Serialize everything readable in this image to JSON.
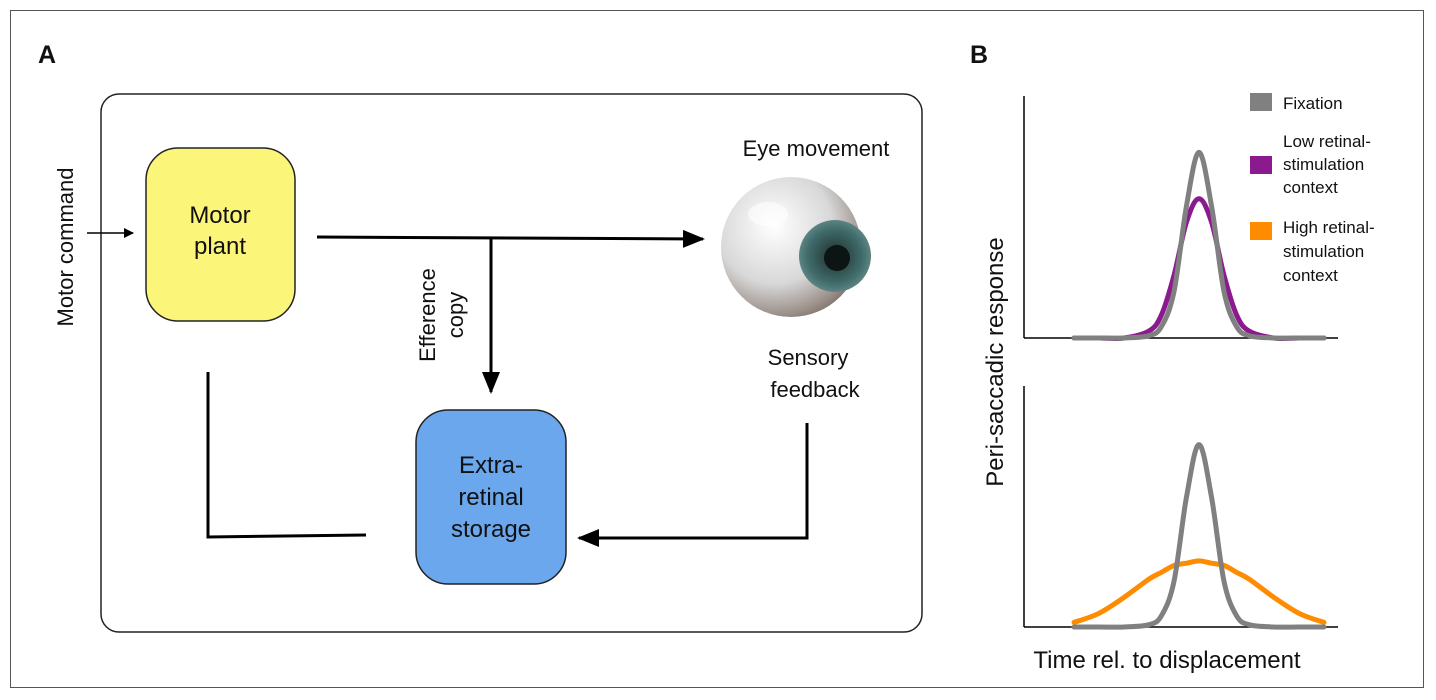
{
  "panel_a": {
    "letter": "A",
    "motor_command": "Motor command",
    "motor_plant": [
      "Motor",
      "plant"
    ],
    "eye_movement": "Eye movement",
    "sensory_feedback": [
      "Sensory",
      "feedback"
    ],
    "efference_copy": [
      "Efference",
      "copy"
    ],
    "extra_retinal_storage": [
      "Extra-",
      "retinal",
      "storage"
    ],
    "colors": {
      "motor_plant_fill": "#fbf57a",
      "storage_fill": "#6aa7ec",
      "line": "#000000"
    }
  },
  "panel_b": {
    "letter": "B",
    "ylabel": "Peri-saccadic response",
    "xlabel": "Time rel. to displacement",
    "legend": [
      {
        "lines": [
          "Fixation"
        ],
        "color": "#808080"
      },
      {
        "lines": [
          "Low retinal-",
          "stimulation",
          "context"
        ],
        "color": "#8b1a8e"
      },
      {
        "lines": [
          "High retinal-",
          "stimulation",
          "context"
        ],
        "color": "#ff8c00"
      }
    ]
  },
  "chart_data": [
    {
      "type": "line",
      "title": "",
      "xlabel": "",
      "ylabel": "",
      "x": [
        0,
        0.1,
        0.2,
        0.3,
        0.35,
        0.4,
        0.45,
        0.5,
        0.55,
        0.6,
        0.65,
        0.7,
        0.8,
        0.9,
        1.0
      ],
      "series": [
        {
          "name": "Fixation",
          "color": "#808080",
          "values": [
            0.0,
            0.0,
            0.0,
            0.01,
            0.05,
            0.2,
            0.57,
            0.8,
            0.57,
            0.2,
            0.05,
            0.01,
            0.0,
            0.0,
            0.0
          ]
        },
        {
          "name": "Low retinal-stimulation context",
          "color": "#8b1a8e",
          "values": [
            0.0,
            0.0,
            0.0,
            0.03,
            0.1,
            0.27,
            0.5,
            0.6,
            0.5,
            0.27,
            0.1,
            0.03,
            0.0,
            0.0,
            0.0
          ]
        }
      ]
    },
    {
      "type": "line",
      "title": "",
      "xlabel": "",
      "ylabel": "",
      "x": [
        0,
        0.1,
        0.2,
        0.3,
        0.35,
        0.4,
        0.45,
        0.5,
        0.55,
        0.6,
        0.65,
        0.7,
        0.8,
        0.9,
        1.0
      ],
      "series": [
        {
          "name": "Fixation",
          "color": "#808080",
          "values": [
            0.0,
            0.0,
            0.0,
            0.01,
            0.05,
            0.2,
            0.57,
            0.8,
            0.57,
            0.2,
            0.05,
            0.01,
            0.0,
            0.0,
            0.0
          ]
        },
        {
          "name": "High retinal-stimulation context",
          "color": "#ff8c00",
          "values": [
            0.02,
            0.06,
            0.13,
            0.21,
            0.24,
            0.27,
            0.28,
            0.29,
            0.28,
            0.27,
            0.24,
            0.21,
            0.13,
            0.06,
            0.02
          ]
        }
      ]
    }
  ]
}
